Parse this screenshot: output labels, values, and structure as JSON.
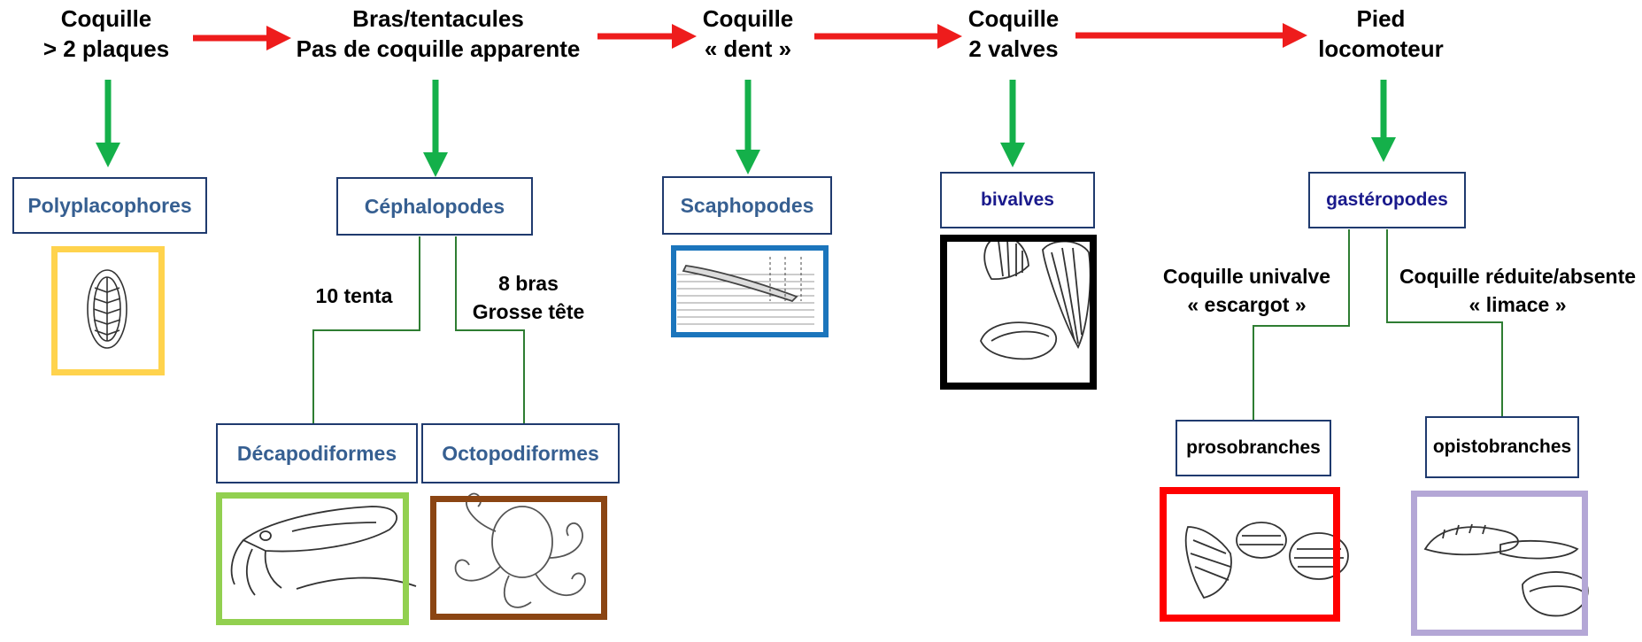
{
  "keys": {
    "k1": {
      "line1": "Coquille",
      "line2": "> 2 plaques"
    },
    "k2": {
      "line1": "Bras/tentacules",
      "line2": "Pas de coquille apparente"
    },
    "k3": {
      "line1": "Coquille",
      "line2": "« dent »"
    },
    "k4": {
      "line1": "Coquille",
      "line2": "2 valves"
    },
    "k5": {
      "line1": "Pied",
      "line2": "locomoteur"
    }
  },
  "groups": {
    "polyplacophores": "Polyplacophores",
    "cephalopodes": "Céphalopodes",
    "scaphopodes": "Scaphopodes",
    "bivalves": "bivalves",
    "gasteropodes": "gastéropodes",
    "decapodiformes": "Décapodiformes",
    "octopodiformes": "Octopodiformes",
    "prosobranches": "prosobranches",
    "opistobranches": "opistobranches"
  },
  "branch_labels": {
    "dix_tenta": "10 tenta",
    "huit_bras": {
      "line1": "8 bras",
      "line2": "Grosse tête"
    },
    "univalve": {
      "line1": "Coquille univalve",
      "line2": "« escargot »"
    },
    "reduite": {
      "line1": "Coquille réduite/absente",
      "line2": "« limace »"
    }
  },
  "colors": {
    "arrow_red": "#ee1c1c",
    "arrow_green": "#14b04a",
    "connector": "#2e7d32",
    "box_border": "#1f3a6e",
    "frame_polyplacophores": "#ffd34d",
    "frame_scaphopodes": "#1b75bc",
    "frame_bivalves": "#000000",
    "frame_decapodiformes": "#92d050",
    "frame_octopodiformes": "#8b4513",
    "frame_prosobranches": "#ff0000",
    "frame_opistobranches": "#b4a7d6"
  }
}
